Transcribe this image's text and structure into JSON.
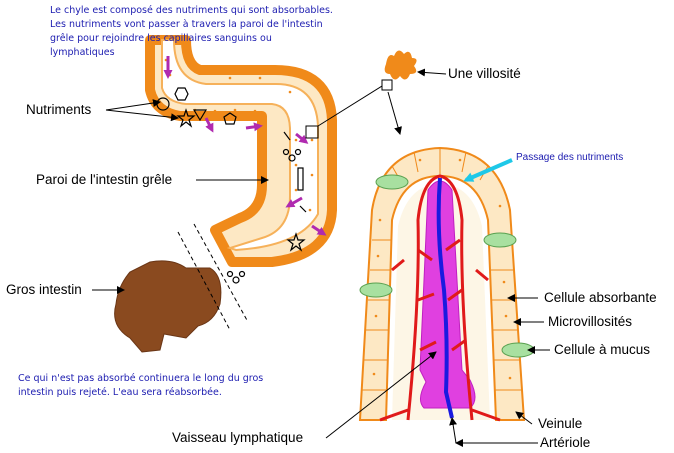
{
  "notes": {
    "top": "Le chyle est composé des nutriments qui sont absorbables. Les nutriments vont passer à travers la paroi de l'intestin grêle pour rejoindre les capillaires sanguins ou lymphatiques",
    "bottom": "Ce qui n'est pas absorbé continuera le long du gros intestin puis rejeté. L'eau sera réabsorbée."
  },
  "labels": {
    "nutriments": "Nutriments",
    "paroi": "Paroi de l'intestin grêle",
    "gros_intestin": "Gros intestin",
    "villosite": "Une villosité",
    "passage": "Passage des nutriments",
    "cellule_absorbante": "Cellule absorbante",
    "microvillosites": "Microvillosités",
    "cellule_mucus": "Cellule à mucus",
    "vaisseau": "Vaisseau lymphatique",
    "veinule": "Veinule",
    "arteriole": "Artériole"
  },
  "colors": {
    "wall": "#f08a1a",
    "wall_inner": "#fde8c4",
    "large_intestine": "#8a4a1f",
    "nutrient_arrow": "#b02ab0",
    "lymphatic": "#e040e0",
    "arteriole": "#1a1ae0",
    "capillary": "#e01a1a",
    "mucus_cell": "#a8e0a0",
    "passage_arrow": "#1ec8e8",
    "note_text": "#1c1cb0"
  }
}
